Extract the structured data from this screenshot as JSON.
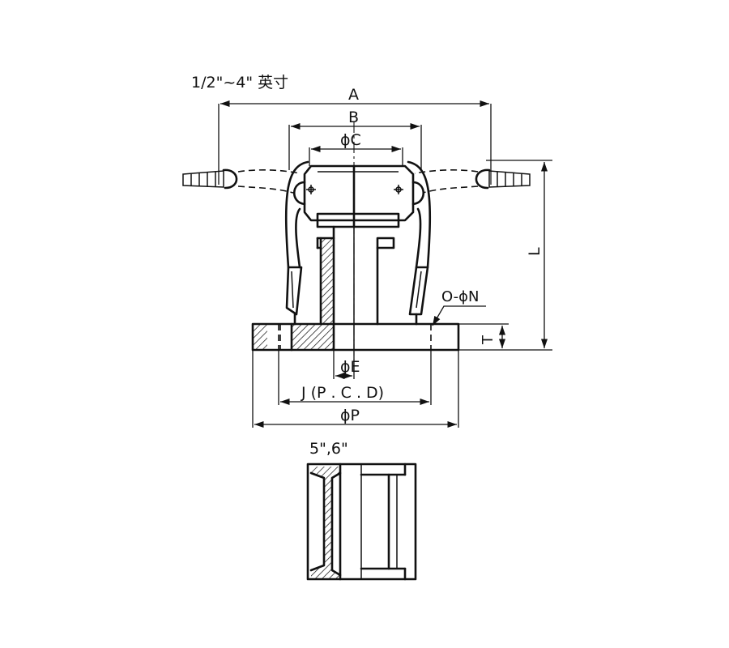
{
  "title_small": "1/2\"~4\" 英寸",
  "title_large": "5\",6\"",
  "dimensions": {
    "A": "A",
    "B": "B",
    "C": "ϕC",
    "L": "L",
    "N": "O-ϕN",
    "T": "T",
    "E": "ϕE",
    "J": "J (P . C . D)",
    "P": "ϕP"
  }
}
